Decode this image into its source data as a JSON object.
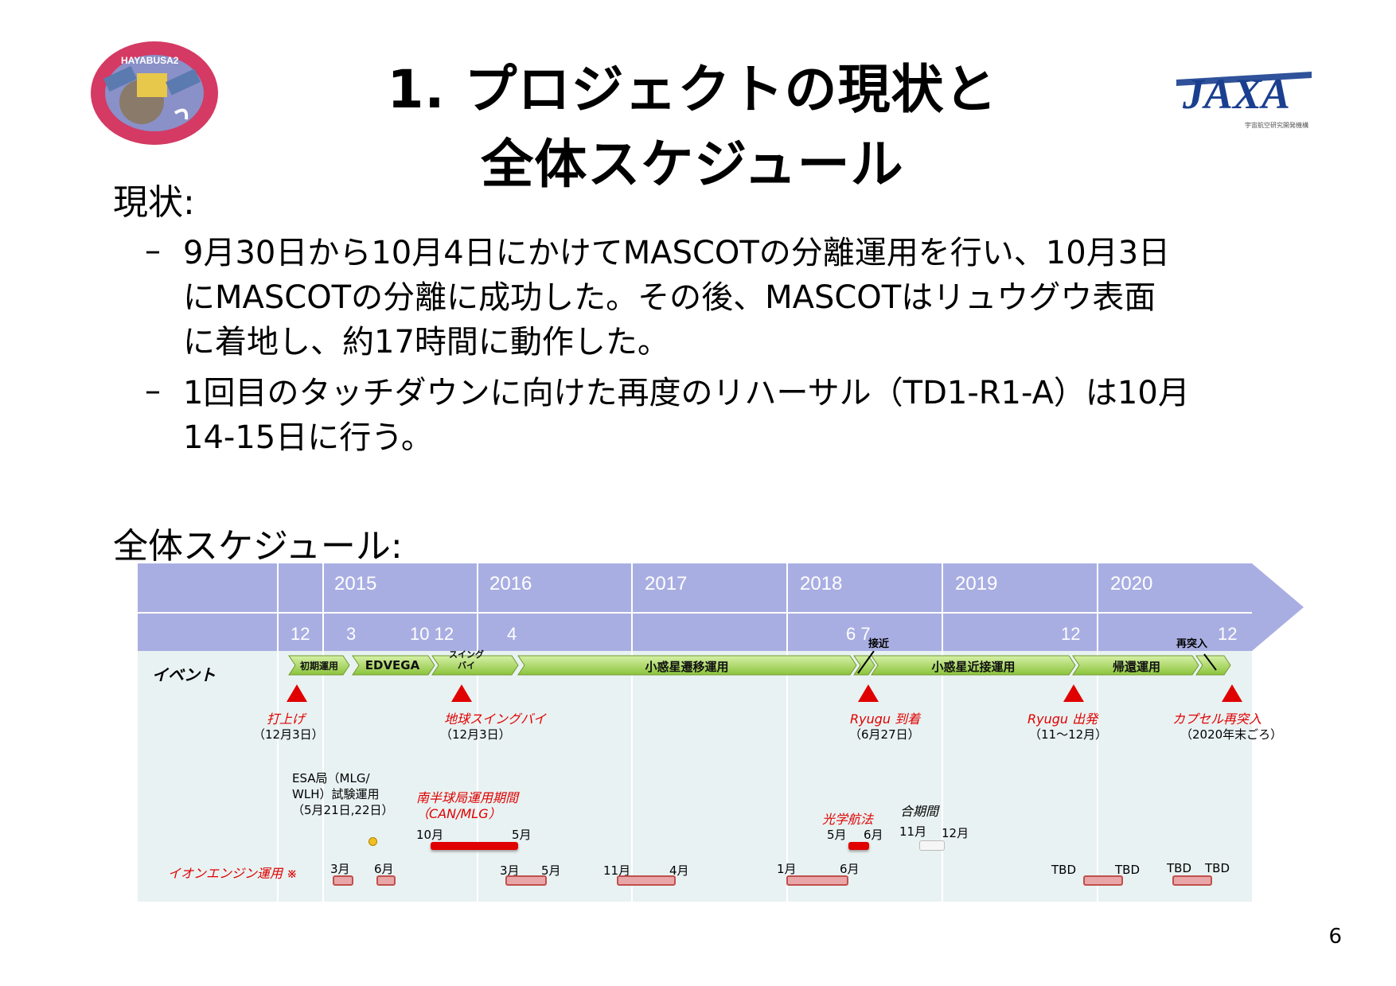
{
  "title_line1": "1. プロジェクトの現状と",
  "title_line2": "全体スケジュール",
  "logo_left_text": "HAYABUSA2",
  "logo_right_text": "JAXA",
  "logo_right_sub": "宇宙航空研究開発機構",
  "status_heading": "現状:",
  "bullets": [
    {
      "dash": "–",
      "lines": [
        "9月30日から10月4日にかけてMASCOTの分離運用を行い、10月3日",
        "にMASCOTの分離に成功した。その後、MASCOTはリュウグウ表面",
        "に着地し、約17時間に動作した。"
      ]
    },
    {
      "dash": "–",
      "lines": [
        "1回目のタッチダウンに向けた再度のリハーサル（TD1-R1-A）は10月",
        "14-15日に行う。"
      ]
    }
  ],
  "schedule_heading": "全体スケジュール:",
  "schedule": {
    "years": [
      "2015",
      "2016",
      "2017",
      "2018",
      "2019",
      "2020"
    ],
    "months": [
      "12",
      "3",
      "10 12",
      "4",
      "6 7",
      "12",
      "12"
    ],
    "event_label": "イベント",
    "segments": [
      "初期運用",
      "EDVEGA",
      "スイング バイ",
      "小惑星遷移運用",
      "小惑星近接運用",
      "帰還運用"
    ],
    "marker_labels": {
      "approach": "接近",
      "reentry": "再突入"
    },
    "events": [
      {
        "name": "打上げ",
        "date": "（12月3日）"
      },
      {
        "name": "地球スイングバイ",
        "date": "（12月3日）"
      },
      {
        "name": "Ryugu 到着",
        "date": "（6月27日）"
      },
      {
        "name": "Ryugu 出発",
        "date": "（11～12月）"
      },
      {
        "name": "カプセル再突入",
        "date": "（2020年末ごろ）"
      }
    ],
    "esa": [
      "ESA局（MLG/",
      "WLH）試験運用",
      "（5月21日,22日）"
    ],
    "south": [
      "南半球局運用期間",
      "（CAN/MLG）"
    ],
    "south_range": {
      "from": "10月",
      "to": "5月"
    },
    "optical": "光学航法",
    "optical_range": {
      "from": "5月",
      "to": "6月"
    },
    "conjunction": "合期間",
    "conj_range": {
      "from": "11月",
      "to": "12月"
    },
    "ion_label": "イオンエンジン運用 ※",
    "ion_months": [
      "3月",
      "6月",
      "3月",
      "5月",
      "11月",
      "4月",
      "1月",
      "6月",
      "TBD",
      "TBD",
      "TBD",
      "TBD"
    ]
  },
  "page_number": "6",
  "colors": {
    "header_band": "#a9aee2",
    "chart_bg": "#e9f2f2",
    "segment_green": "#9acd4c",
    "event_red": "#e00000",
    "bar_pink": "#e9a6a8"
  }
}
